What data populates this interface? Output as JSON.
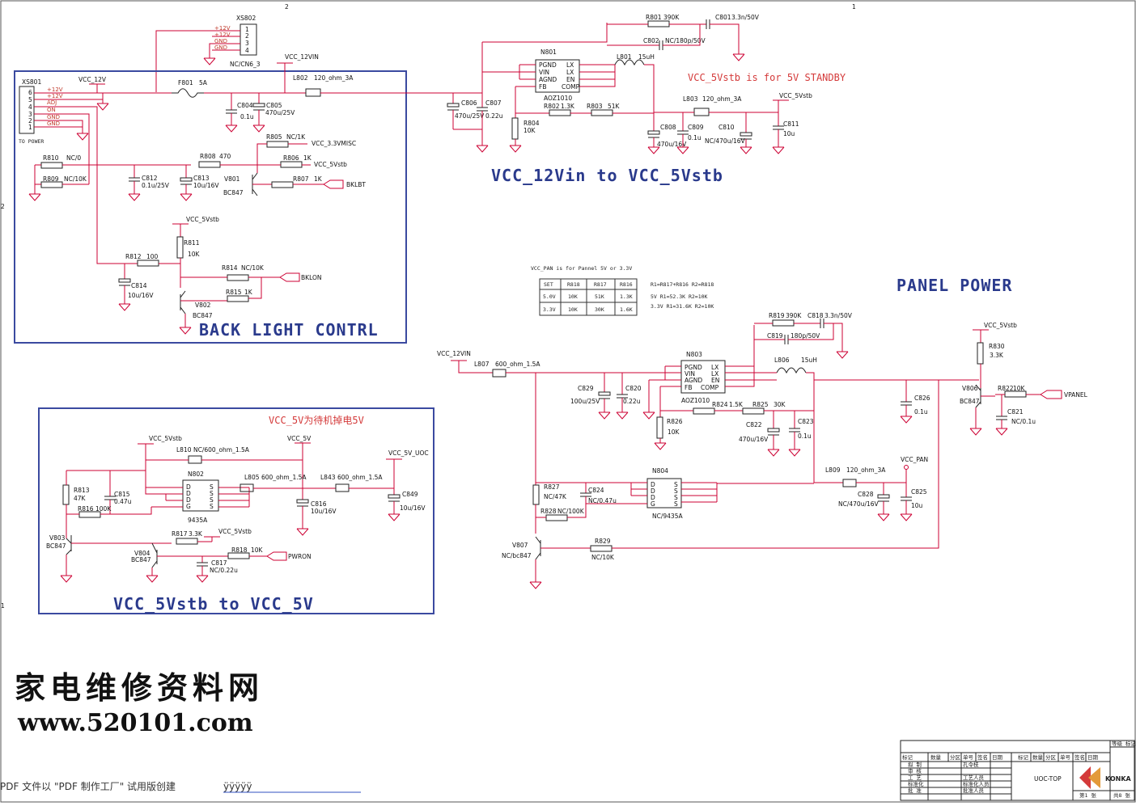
{
  "sheet": {
    "grid_markers": {
      "top_left": "2",
      "top_right": "1",
      "left_upper": "2",
      "left_lower": "1"
    },
    "titles": {
      "backlight": "BACK LIGHT CONTRL",
      "standby": "VCC_12Vin to VCC_5Vstb",
      "v5": "VCC_5Vstb to VCC_5V",
      "panel": "PANEL POWER"
    },
    "notes": {
      "standby_note": "VCC_5Vstb is for  5V STANDBY",
      "v5_note": "VCC_5V为待机掉电5V",
      "pan_note": "VCC_PAN is for Pannel 5V or 3.3V"
    },
    "connectors": {
      "xs802": {
        "ref": "XS802",
        "part": "NC/CN6_3",
        "pins": [
          "+12V",
          "+12V",
          "GND",
          "GND"
        ],
        "nums": [
          "1",
          "2",
          "3",
          "4"
        ]
      },
      "xs801": {
        "ref": "XS801",
        "pins": [
          "+12V",
          "+12V",
          "ADJ",
          "ON",
          "GND",
          "GND"
        ],
        "nums": [
          "6",
          "5",
          "4",
          "3",
          "2",
          "1"
        ],
        "label": "TO POWER"
      }
    },
    "nets": {
      "vcc12": "VCC_12V",
      "vcc12vin": "VCC_12VIN",
      "vcc5vstb": "VCC_5Vstb",
      "vcc33misc": "VCC_3.3VMISC",
      "vcc5v": "VCC_5V",
      "vcc5vuoc": "VCC_5V_UOC",
      "vccpan": "VCC_PAN",
      "bklbt": "BKLBT",
      "bklon": "BKLON",
      "pwron": "PWRON",
      "vpanel": "VPANEL"
    },
    "parts": {
      "f801": [
        "F801",
        "5A"
      ],
      "l802": [
        "L802",
        "120_ohm_3A"
      ],
      "c804": [
        "C804",
        "0.1u"
      ],
      "c805": [
        "C805",
        "470u/25V"
      ],
      "r810": [
        "R810",
        "NC/0"
      ],
      "r809": [
        "R809",
        "NC/10K"
      ],
      "r808": [
        "R808",
        "470"
      ],
      "r805": [
        "R805",
        "NC/1K"
      ],
      "r806": [
        "R806",
        "1K"
      ],
      "r807": [
        "R807",
        "1K"
      ],
      "c812": [
        "C812",
        "0.1u/25V"
      ],
      "c813": [
        "C813",
        "10u/16V"
      ],
      "v801": [
        "V801",
        "BC847"
      ],
      "r811": [
        "R811",
        "10K"
      ],
      "r812": [
        "R812",
        "100"
      ],
      "r814": [
        "R814",
        "NC/10K"
      ],
      "r815": [
        "R815",
        "1K"
      ],
      "c814": [
        "C814",
        "10u/16V"
      ],
      "v802": [
        "V802",
        "BC847"
      ],
      "r801": [
        "R801",
        "390K"
      ],
      "c801": [
        "C801",
        "3.3n/50V"
      ],
      "c802": [
        "C802",
        "NC/180p/50V"
      ],
      "l801": [
        "L801",
        "15uH"
      ],
      "n801": [
        "N801",
        "AOZ1010"
      ],
      "c806": [
        "C806",
        "470u/25V"
      ],
      "c807": [
        "C807",
        "0.22u"
      ],
      "r804": [
        "R804",
        "10K"
      ],
      "r802": [
        "R802",
        "1.3K"
      ],
      "r803": [
        "R803",
        "51K"
      ],
      "l803": [
        "L803",
        "120_ohm_3A"
      ],
      "c808": [
        "C808",
        "470u/16V"
      ],
      "c809": [
        "C809",
        "0.1u"
      ],
      "c810": [
        "C810",
        "NC/470u/16V"
      ],
      "c811": [
        "C811",
        "10u"
      ],
      "l810": [
        "L810",
        "NC/600_ohm_1.5A"
      ],
      "n802": [
        "N802",
        "9435A"
      ],
      "r813": [
        "R813",
        "47K"
      ],
      "c815": [
        "C815",
        "0.47u"
      ],
      "r816": [
        "R816",
        "100K"
      ],
      "l805": [
        "L805",
        "600_ohm_1.5A"
      ],
      "l843": [
        "L843",
        "600_ohm_1.5A"
      ],
      "c816": [
        "C816",
        "10u/16V"
      ],
      "c849": [
        "C849",
        "10u/16V"
      ],
      "v803": [
        "V803",
        "BC847"
      ],
      "v804": [
        "V804",
        "BC847"
      ],
      "r817": [
        "R817",
        "3.3K"
      ],
      "r818": [
        "R818",
        "10K"
      ],
      "c817": [
        "C817",
        "NC/0.22u"
      ],
      "l807": [
        "L807",
        "600_ohm_1.5A"
      ],
      "c829": [
        "C829",
        "100u/25V"
      ],
      "c820": [
        "C820",
        "0.22u"
      ],
      "n803": [
        "N803",
        "AOZ1010"
      ],
      "r819": [
        "R819",
        "390K"
      ],
      "c818": [
        "C818",
        "3.3n/50V"
      ],
      "c819": [
        "C819",
        "180p/50V"
      ],
      "l806": [
        "L806",
        "15uH"
      ],
      "r826": [
        "R826",
        "10K"
      ],
      "r824": [
        "R824",
        "1.5K"
      ],
      "r825": [
        "R825",
        "30K"
      ],
      "c822": [
        "C822",
        "470u/16V"
      ],
      "c823": [
        "C823",
        "0.1u"
      ],
      "c826": [
        "C826",
        "0.1u"
      ],
      "r830": [
        "R830",
        "3.3K"
      ],
      "v806": [
        "V806",
        "BC847"
      ],
      "r822": [
        "R822",
        "10K"
      ],
      "c821": [
        "C821",
        "NC/0.1u"
      ],
      "r827": [
        "R827",
        "NC/47K"
      ],
      "c824": [
        "C824",
        "NC/0.47u"
      ],
      "r828": [
        "R828",
        "NC/100K"
      ],
      "n804": [
        "N804",
        "NC/9435A"
      ],
      "l809": [
        "L809",
        "120_ohm_3A"
      ],
      "c828": [
        "C828",
        "NC/470u/16V"
      ],
      "c825": [
        "C825",
        "10u"
      ],
      "v807": [
        "V807",
        "NC/bc847"
      ],
      "r829": [
        "R829",
        "NC/10K"
      ]
    },
    "ic_pins": {
      "aoz_left": [
        "PGND",
        "VIN",
        "AGND",
        "FB"
      ],
      "aoz_right": [
        "LX",
        "LX",
        "EN",
        "COMP"
      ],
      "mos_left": [
        "D",
        "D",
        "D",
        "G"
      ],
      "mos_right": [
        "S",
        "S",
        "S",
        "S"
      ]
    },
    "pan_table": {
      "headers": [
        "SET",
        "R818",
        "R817",
        "R816"
      ],
      "rows": [
        [
          "5.0V",
          "10K",
          "51K",
          "1.3K"
        ],
        [
          "3.3V",
          "10K",
          "30K",
          "1.6K"
        ]
      ],
      "formulas": [
        "R1=R817+R816  R2=R818",
        "5V R1=52.3K   R2=10K",
        "3.3V R1=31.6K   R2=10K"
      ]
    },
    "watermark": {
      "cn": "家电维修资料网",
      "url": "www.520101.com"
    },
    "pdf_footer": {
      "text": "PDF 文件以 \"PDF 制作工厂\" 试用版创建",
      "link": "ÿÿÿÿÿ"
    },
    "title_block": {
      "doc": "UOC-TOP",
      "brand": "KONKA",
      "head_left": [
        "标记",
        "数量",
        "分区",
        "单号",
        "签名",
        "日期"
      ],
      "head_right": [
        "标记",
        "数量",
        "分区",
        "单号",
        "签名",
        "日期"
      ],
      "roles": [
        "拟 制",
        "审 核",
        "工 艺",
        "标准化",
        "批 准"
      ],
      "role_names": [
        "孔令枝",
        "",
        "工艺人员",
        "标准化人员",
        "批准人员"
      ],
      "grade": "等级 标记",
      "page": "第1 张",
      "total": "共8 张"
    }
  }
}
